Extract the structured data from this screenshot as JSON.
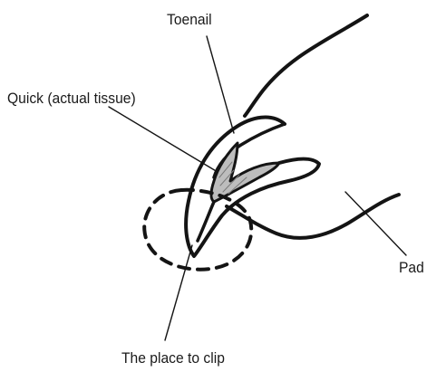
{
  "labels": {
    "toenail": "Toenail",
    "quick": "Quick (actual tissue)",
    "pad": "Pad",
    "clip": "The place to clip"
  },
  "colors": {
    "ink": "#141414",
    "quick_fill": "#bdbdbd"
  }
}
